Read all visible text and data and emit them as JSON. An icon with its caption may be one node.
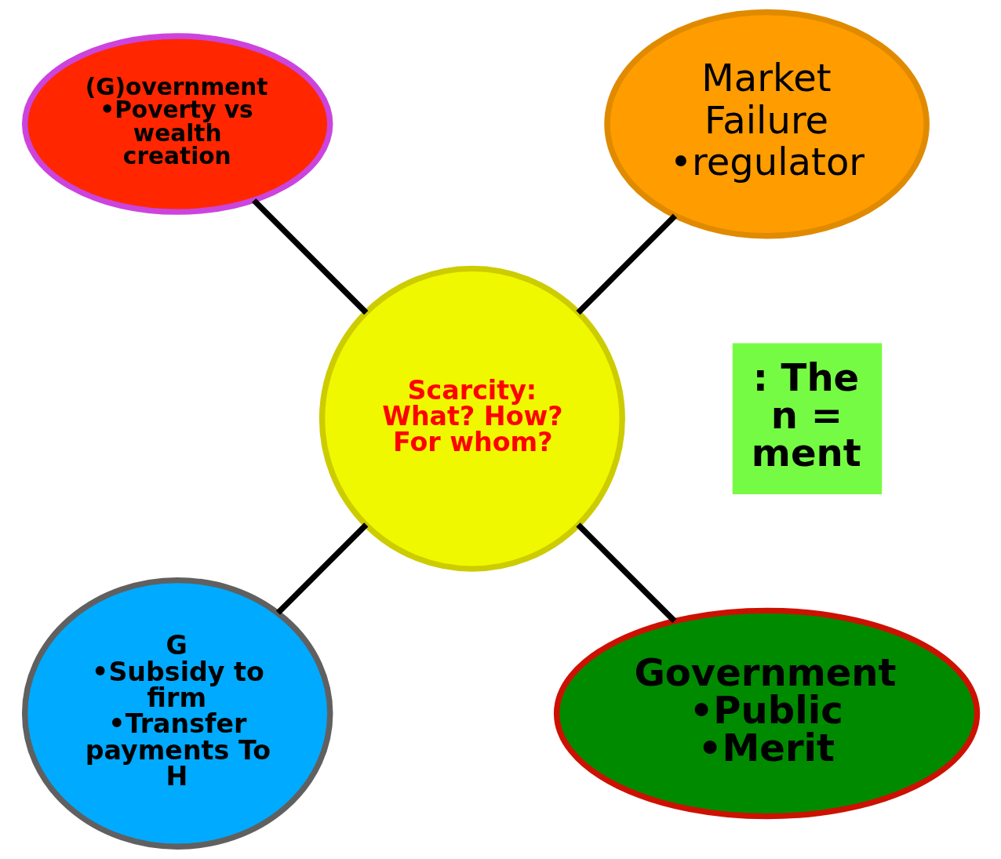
{
  "diagram": {
    "nodes": [
      {
        "text": [
          ": The n = ment"
        ]
      },
      {
        "text": [
          "Market Failure",
          "•regulator"
        ]
      },
      {
        "text": [
          "(G)overnment",
          "•Poverty vs wealth creation"
        ]
      },
      {
        "text": [
          "G",
          "•Subsidy to firm",
          "•Transfer payments To H"
        ]
      },
      {
        "text": [
          "Scarcity: What? How? For whom?"
        ]
      },
      {
        "text": [
          "Government",
          "•Public",
          "•Merit"
        ]
      }
    ],
    "edges": [
      {
        "from": 4,
        "to": 1,
        "arrow": "none"
      },
      {
        "from": 4,
        "to": 2,
        "arrow": "none"
      },
      {
        "from": 4,
        "to": 3,
        "arrow": "none"
      },
      {
        "from": 4,
        "to": 5,
        "arrow": "none"
      }
    ]
  }
}
